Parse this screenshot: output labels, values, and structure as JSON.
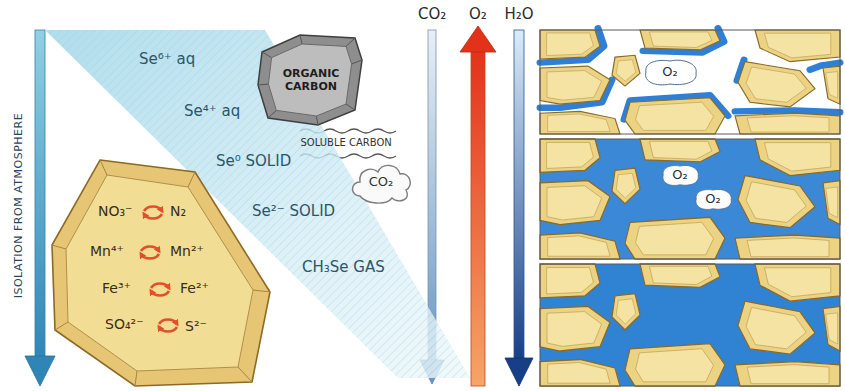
{
  "diagram": {
    "nodes": [
      {
        "text": [
          "Se⁶⁺ aq",
          "Se⁴⁺ aq",
          "Se⁰ SOLID",
          "Se²⁻ SOLID",
          "CH₃Se GAS"
        ]
      },
      {
        "text": [
          "NO₃⁻",
          "N₂",
          "Mn⁴⁺",
          "Mn²⁺",
          "Fe³⁺",
          "Fe²⁺",
          "SO₄²⁻",
          "S²⁻"
        ]
      },
      {
        "text": [
          "ORGANIC CARBON"
        ]
      },
      {
        "text": [
          "CO₂"
        ]
      },
      {
        "text": [
          "O₂"
        ]
      },
      {
        "text": [
          "O₂"
        ]
      },
      {
        "text": [
          "O₂"
        ]
      }
    ],
    "labels": [
      "ISOLATION FROM ATMOSPHERE",
      "SOLUBLE CARBON",
      "CO₂",
      "O₂",
      "H₂O"
    ]
  }
}
